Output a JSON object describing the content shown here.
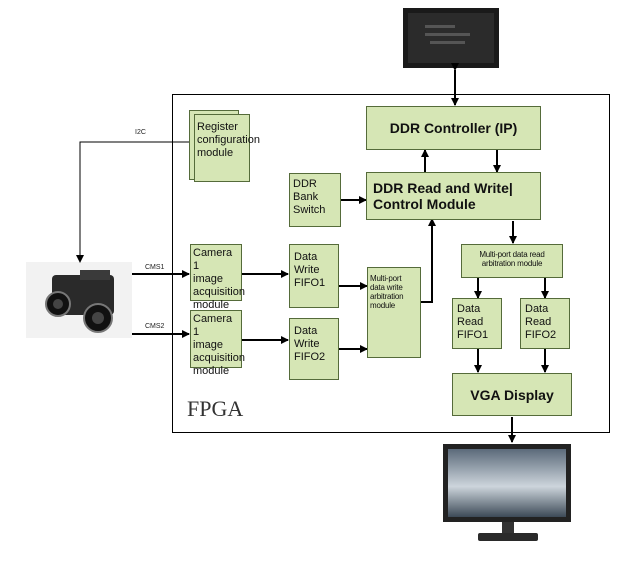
{
  "diagram": {
    "fpga_label": "FPGA",
    "wire_labels": {
      "i2c": "I2C",
      "cmos1": "CMS1",
      "cmos2": "CMS2"
    },
    "blocks": {
      "register": "Register\nconfiguration\nmodule",
      "ddr_controller": "DDR Controller (IP)",
      "ddr_bank": "DDR\nBank\nSwitch",
      "ddr_rw": "DDR Read and Write|\nControl Module",
      "cam1": "Camera 1\nimage\nacquisition\nmodule",
      "cam2": "Camera 1\nimage\nacquisition\nmodule",
      "fifo_w1": "Data\nWrite\nFIFO1",
      "fifo_w2": "Data\nWrite\nFIFO2",
      "write_arb": "Multi-port\ndata write\narbitration\nmodule",
      "read_arb": "Multi-port data read\narbitration module",
      "fifo_r1": "Data\nRead\nFIFO1",
      "fifo_r2": "Data\nRead\nFIFO2",
      "vga": "VGA Display"
    }
  }
}
